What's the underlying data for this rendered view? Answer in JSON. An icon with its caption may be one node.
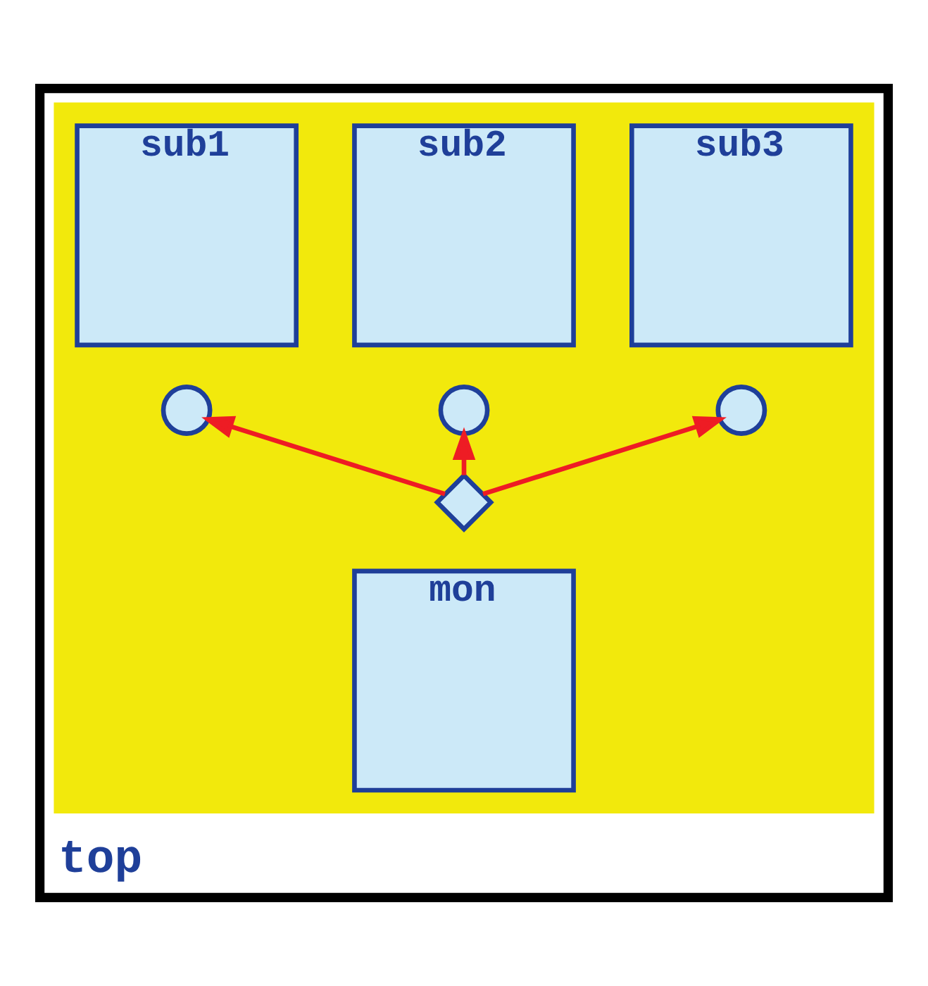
{
  "diagram": {
    "nodes": [
      {
        "text": [
          "top"
        ]
      },
      {
        "text": [],
        "shape": "box",
        "in": 0
      },
      {
        "text": [
          "sub1"
        ],
        "in": 1
      },
      {
        "text": [
          "sub2"
        ],
        "in": 1
      },
      {
        "text": [
          "sub3"
        ],
        "in": 1
      },
      {
        "text": [],
        "shape": "circle",
        "in": 1
      },
      {
        "text": [],
        "shape": "circle",
        "in": 1
      },
      {
        "text": [],
        "shape": "circle",
        "in": 1
      },
      {
        "text": [
          "mon"
        ],
        "in": 1
      },
      {
        "text": [],
        "shape": "diamond",
        "in": 1
      }
    ],
    "edges": [
      {
        "from": 9,
        "to": 5,
        "arrow": "to",
        "color": "#ee1c24"
      },
      {
        "from": 9,
        "to": 6,
        "arrow": "to",
        "color": "#ee1c24"
      },
      {
        "from": 9,
        "to": 7,
        "arrow": "to",
        "color": "#ee1c24"
      }
    ]
  }
}
